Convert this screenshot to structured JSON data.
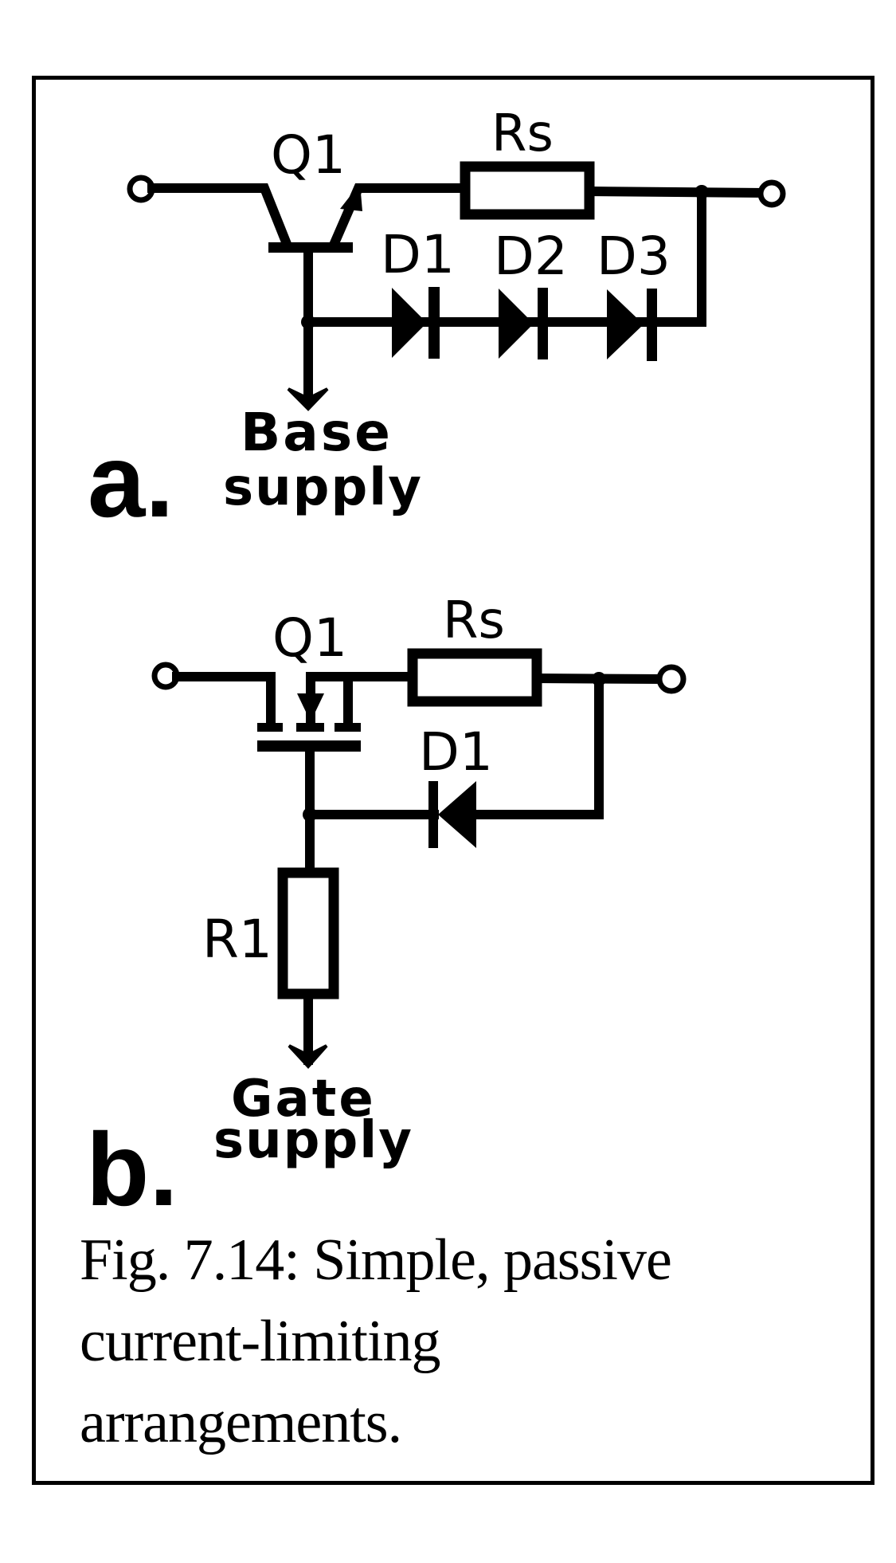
{
  "figure": {
    "caption_lines": [
      "Fig. 7.14: Simple, passive",
      "current-limiting",
      "arrangements."
    ],
    "ink_color": "#000000",
    "background_color": "#ffffff"
  },
  "circuit_a": {
    "panel_label": "a.",
    "transistor_label": "Q1",
    "transistor_type": "NPN bipolar transistor",
    "sense_resistor_label": "Rs",
    "diode_labels": [
      "D1",
      "D2",
      "D3"
    ],
    "supply_label_line1": "Base",
    "supply_label_line2": "supply"
  },
  "circuit_b": {
    "panel_label": "b.",
    "transistor_label": "Q1",
    "transistor_type": "MOSFET",
    "sense_resistor_label": "Rs",
    "diode_label": "D1",
    "gate_resistor_label": "R1",
    "supply_label_line1": "Gate",
    "supply_label_line2": "supply"
  }
}
